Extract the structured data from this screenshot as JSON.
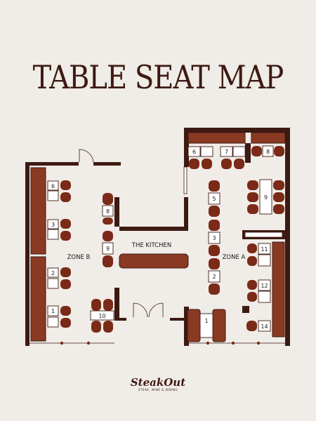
{
  "title": "TABLE SEAT MAP",
  "zones": {
    "zone_a": "ZONE A",
    "zone_b": "ZONE B",
    "kitchen": "THE KITCHEN"
  },
  "tables": {
    "b1": "1",
    "b2": "2",
    "b3": "3",
    "b6": "6",
    "b8": "8",
    "b9": "9",
    "b10": "10",
    "a1": "1",
    "a2": "2",
    "a3": "3",
    "a5": "5",
    "a6": "6",
    "a7": "7",
    "a8": "8",
    "a9": "9",
    "a11": "11",
    "a12": "12",
    "a14": "14"
  },
  "brand": {
    "name": "SteakOut",
    "tagline": "STEAK, WINE & DINING"
  },
  "colors": {
    "wall": "#3d1a12",
    "chair": "#7a2a16",
    "bench": "#8a3a22",
    "background": "#f0ece8"
  }
}
